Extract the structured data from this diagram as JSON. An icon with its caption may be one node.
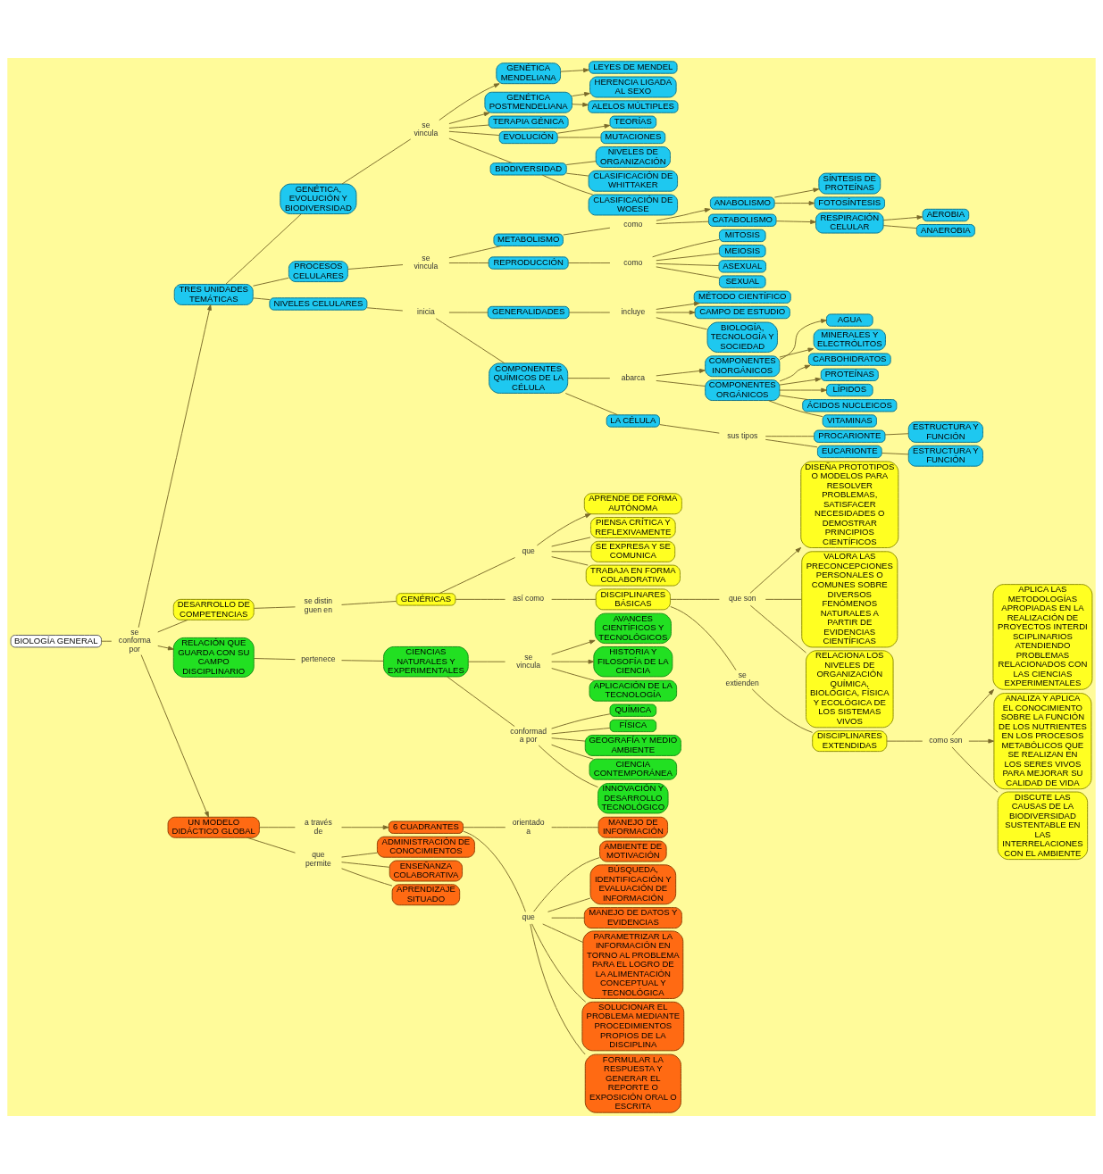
{
  "diagram": {
    "nodes": [
      {
        "text": [
          "BIOLOGÍA GENERAL"
        ]
      },
      {
        "text": [
          "se conforma por"
        ]
      },
      {
        "text": [
          "TRES UNIDADES TEMÁTICAS"
        ]
      },
      {
        "text": [
          "DESARROLLO DE COMPETENCIAS"
        ]
      },
      {
        "text": [
          "RELACIÓN QUE GUARDA CON SU CAMPO DISCIPLINARIO"
        ]
      },
      {
        "text": [
          "UN MODELO DIDÁCTICO GLOBAL"
        ]
      },
      {
        "text": [
          "a través de"
        ]
      },
      {
        "text": [
          "6 CUADRANTES"
        ]
      },
      {
        "text": [
          "que permite"
        ]
      },
      {
        "text": [
          "ADMINISTRACIÓN DE CONOCIMIENTOS"
        ]
      },
      {
        "text": [
          "ENSEÑANZA COLABORATIVA"
        ]
      },
      {
        "text": [
          "APRENDIZAJE SITUADO"
        ]
      },
      {
        "text": [
          "orientado a"
        ]
      },
      {
        "text": [
          "MANEJO DE INFORMACIÓN"
        ]
      },
      {
        "text": [
          "que"
        ]
      },
      {
        "text": [
          "AMBIENTE DE MOTIVACIÓN"
        ]
      },
      {
        "text": [
          "BÚSQUEDA, IDENTIFICACIÓN Y EVALUACIÓN DE INFORMACIÓN"
        ]
      },
      {
        "text": [
          "MANEJO DE DATOS Y EVIDENCIAS"
        ]
      },
      {
        "text": [
          "PARAMETRIZAR LA INFORMACIÓN EN TORNO AL PROBLEMA PARA EL LOGRO DE LA ALIMENTACIÓN CONCEPTUAL Y TECNOLÓGICA"
        ]
      },
      {
        "text": [
          "SOLUCIONAR EL PROBLEMA MEDIANTE PROCEDIMIENTOS PROPIOS DE LA DISCIPLINA"
        ]
      },
      {
        "text": [
          "FORMULAR LA RESPUESTA Y GENERAR EL REPORTE O EXPOSICIÓN ORAL O ESCRITA"
        ]
      },
      {
        "text": [
          "pertenece"
        ]
      },
      {
        "text": [
          "CIENCIAS NATURALES Y EXPERIMENTALES"
        ]
      },
      {
        "text": [
          "se vincula"
        ]
      },
      {
        "text": [
          "AVANCES CIENTÍFICOS Y TECNOLÓGICOS"
        ]
      },
      {
        "text": [
          "HISTORIA Y FILOSOFÍA DE LA CIENCIA"
        ]
      },
      {
        "text": [
          "APLICACIÓN DE LA TECNOLOGÍA"
        ]
      },
      {
        "text": [
          "conformada por"
        ]
      },
      {
        "text": [
          "QUÍMICA"
        ]
      },
      {
        "text": [
          "FÍSICA"
        ]
      },
      {
        "text": [
          "GEOGRAFÍA Y MEDIO AMBIENTE"
        ]
      },
      {
        "text": [
          "CIENCIA CONTEMPORÁNEA"
        ]
      },
      {
        "text": [
          "INNOVACIÓN Y DESARROLLO TECNOLÓGICO"
        ]
      },
      {
        "text": [
          "se distinguen en"
        ]
      },
      {
        "text": [
          "GENÉRICAS"
        ]
      },
      {
        "text": [
          "que"
        ]
      },
      {
        "text": [
          "APRENDE DE FORMA AUTÓNOMA"
        ]
      },
      {
        "text": [
          "PIENSA CRÍTICA Y REFLEXIVAMENTE"
        ]
      },
      {
        "text": [
          "SE EXPRESA Y SE COMUNICA"
        ]
      },
      {
        "text": [
          "TRABAJA EN FORMA COLABORATIVA"
        ]
      },
      {
        "text": [
          "así como"
        ]
      },
      {
        "text": [
          "DISCIPLINARES BÁSICAS"
        ]
      },
      {
        "text": [
          "que son"
        ]
      },
      {
        "text": [
          "DISEÑA PROTOTIPOS O MODELOS PARA RESOLVER PROBLEMAS, SATISFACER NECESIDADES O DEMOSTRAR PRINCIPIOS CIENTÍFICOS"
        ]
      },
      {
        "text": [
          "VALORA LAS PRECONCEPCIONES PERSONALES O COMUNES SOBRE DIVERSOS FENÓMENOS NATURALES A PARTIR DE EVIDENCIAS CIENTÍFICAS"
        ]
      },
      {
        "text": [
          "RELACIONA LOS NIVELES DE ORGANIZACIÓN QUÍMICA, BIOLÓGICA, FÍSICA Y ECOLÓGICA DE LOS SISTEMAS VIVOS"
        ]
      },
      {
        "text": [
          "se extienden"
        ]
      },
      {
        "text": [
          "DISCIPLINARES EXTENDIDAS"
        ]
      },
      {
        "text": [
          "como son"
        ]
      },
      {
        "text": [
          "APLICA LAS METODOLOGÍAS APROPIADAS EN LA REALIZACIÓN DE PROYECTOS INTERDISCIPLINARIOS ATENDIENDO PROBLEMAS RELACIONADOS CON LAS CIENCIAS EXPERIMENTALES"
        ]
      },
      {
        "text": [
          "ANALIZA Y APLICA EL CONOCIMIENTO SOBRE LA FUNCIÓN DE LOS NUTRIENTES EN LOS PROCESOS METABÓLICOS QUE SE REALIZAN EN LOS SERES VIVOS PARA MEJORAR SU CALIDAD DE VIDA"
        ]
      },
      {
        "text": [
          "DISCUTE LAS CAUSAS DE LA BIODIVERSIDAD SUSTENTABLE EN LAS INTERRELACIONES CON EL AMBIENTE"
        ]
      },
      {
        "text": [
          "GENÉTICA, EVOLUCIÓN Y BIODIVERSIDAD"
        ]
      },
      {
        "text": [
          "PROCESOS CELULARES"
        ]
      },
      {
        "text": [
          "NIVELES CELULARES"
        ]
      },
      {
        "text": [
          "se vincula"
        ]
      },
      {
        "text": [
          "GENÉTICA MENDELIANA"
        ]
      },
      {
        "text": [
          "GENÉTICA POSTMENDELIANA"
        ]
      },
      {
        "text": [
          "TERAPIA GÉNICA"
        ]
      },
      {
        "text": [
          "EVOLUCIÓN"
        ]
      },
      {
        "text": [
          "BIODIVERSIDAD"
        ]
      },
      {
        "text": [
          "LEYES DE MENDEL"
        ]
      },
      {
        "text": [
          "HERENCIA LIGADA AL SEXO"
        ]
      },
      {
        "text": [
          "ALELOS MÚLTIPLES"
        ]
      },
      {
        "text": [
          "TEORÍAS"
        ]
      },
      {
        "text": [
          "MUTACIONES"
        ]
      },
      {
        "text": [
          "NIVELES DE ORGANIZACIÓN"
        ]
      },
      {
        "text": [
          "CLASIFICACIÓN DE WHITTAKER"
        ]
      },
      {
        "text": [
          "CLASIFICACIÓN DE WOESE"
        ]
      },
      {
        "text": [
          "se vincula"
        ]
      },
      {
        "text": [
          "METABOLISMO"
        ]
      },
      {
        "text": [
          "REPRODUCCIÓN"
        ]
      },
      {
        "text": [
          "como"
        ]
      },
      {
        "text": [
          "ANABOLISMO"
        ]
      },
      {
        "text": [
          "CATABOLISMO"
        ]
      },
      {
        "text": [
          "SÍNTESIS DE PROTEÍNAS"
        ]
      },
      {
        "text": [
          "FOTOSÍNTESIS"
        ]
      },
      {
        "text": [
          "RESPIRACIÓN CELULAR"
        ]
      },
      {
        "text": [
          "AEROBIA"
        ]
      },
      {
        "text": [
          "ANAEROBIA"
        ]
      },
      {
        "text": [
          "como"
        ]
      },
      {
        "text": [
          "MITOSIS"
        ]
      },
      {
        "text": [
          "MEIOSIS"
        ]
      },
      {
        "text": [
          "ASEXUAL"
        ]
      },
      {
        "text": [
          "SEXUAL"
        ]
      },
      {
        "text": [
          "inicia"
        ]
      },
      {
        "text": [
          "GENERALIDADES"
        ]
      },
      {
        "text": [
          "COMPONENTES QUÍMICOS DE LA CÉLULA"
        ]
      },
      {
        "text": [
          "incluye"
        ]
      },
      {
        "text": [
          "MÉTODO CIENTÍFICO"
        ]
      },
      {
        "text": [
          "CAMPO DE ESTUDIO"
        ]
      },
      {
        "text": [
          "BIOLOGÍA, TECNOLOGÍA Y SOCIEDAD"
        ]
      },
      {
        "text": [
          "abarca"
        ]
      },
      {
        "text": [
          "COMPONENTES INORGÁNICOS"
        ]
      },
      {
        "text": [
          "COMPONENTES ORGÁNICOS"
        ]
      },
      {
        "text": [
          "AGUA"
        ]
      },
      {
        "text": [
          "MINERALES Y ELECTRÓLITOS"
        ]
      },
      {
        "text": [
          "CARBOHIDRATOS"
        ]
      },
      {
        "text": [
          "PROTEÍNAS"
        ]
      },
      {
        "text": [
          "LÍPIDOS"
        ]
      },
      {
        "text": [
          "ÁCIDOS NUCLEICOS"
        ]
      },
      {
        "text": [
          "VITAMINAS"
        ]
      },
      {
        "text": [
          "LA CÉLULA"
        ]
      },
      {
        "text": [
          "sus tipos"
        ]
      },
      {
        "text": [
          "PROCARIONTE"
        ]
      },
      {
        "text": [
          "EUCARIONTE"
        ]
      },
      {
        "text": [
          "ESTRUCTURA Y FUNCIÓN"
        ]
      },
      {
        "text": [
          "ESTRUCTURA Y FUNCIÓN"
        ]
      }
    ],
    "edges": [
      {
        "from": 0,
        "to": 1,
        "arrow": "none"
      },
      {
        "from": 1,
        "to": 2,
        "arrow": "to"
      },
      {
        "from": 1,
        "to": 3,
        "arrow": "none"
      },
      {
        "from": 1,
        "to": 4,
        "arrow": "to"
      },
      {
        "from": 1,
        "to": 5,
        "arrow": "to"
      },
      {
        "from": 5,
        "to": 6,
        "arrow": "none"
      },
      {
        "from": 6,
        "to": 7,
        "arrow": "to"
      },
      {
        "from": 5,
        "to": 8,
        "arrow": "none"
      },
      {
        "from": 8,
        "to": 9,
        "arrow": "none"
      },
      {
        "from": 8,
        "to": 10,
        "arrow": "none"
      },
      {
        "from": 8,
        "to": 11,
        "arrow": "none"
      },
      {
        "from": 7,
        "to": 12,
        "arrow": "none"
      },
      {
        "from": 12,
        "to": 13,
        "arrow": "none"
      },
      {
        "from": 7,
        "to": 14,
        "arrow": "none"
      },
      {
        "from": 14,
        "to": 15,
        "arrow": "none"
      },
      {
        "from": 14,
        "to": 16,
        "arrow": "none"
      },
      {
        "from": 14,
        "to": 17,
        "arrow": "none"
      },
      {
        "from": 14,
        "to": 18,
        "arrow": "none"
      },
      {
        "from": 14,
        "to": 19,
        "arrow": "none"
      },
      {
        "from": 14,
        "to": 20,
        "arrow": "none"
      },
      {
        "from": 4,
        "to": 21,
        "arrow": "none"
      },
      {
        "from": 21,
        "to": 22,
        "arrow": "none"
      },
      {
        "from": 22,
        "to": 23,
        "arrow": "none"
      },
      {
        "from": 23,
        "to": 24,
        "arrow": "to"
      },
      {
        "from": 23,
        "to": 25,
        "arrow": "to"
      },
      {
        "from": 23,
        "to": 26,
        "arrow": "none"
      },
      {
        "from": 22,
        "to": 27,
        "arrow": "none"
      },
      {
        "from": 27,
        "to": 28,
        "arrow": "none"
      },
      {
        "from": 27,
        "to": 29,
        "arrow": "none"
      },
      {
        "from": 27,
        "to": 30,
        "arrow": "none"
      },
      {
        "from": 27,
        "to": 31,
        "arrow": "none"
      },
      {
        "from": 27,
        "to": 32,
        "arrow": "none"
      },
      {
        "from": 3,
        "to": 33,
        "arrow": "none"
      },
      {
        "from": 33,
        "to": 34,
        "arrow": "none"
      },
      {
        "from": 34,
        "to": 35,
        "arrow": "none"
      },
      {
        "from": 35,
        "to": 36,
        "arrow": "to"
      },
      {
        "from": 35,
        "to": 37,
        "arrow": "none"
      },
      {
        "from": 35,
        "to": 38,
        "arrow": "none"
      },
      {
        "from": 35,
        "to": 39,
        "arrow": "none"
      },
      {
        "from": 34,
        "to": 40,
        "arrow": "none"
      },
      {
        "from": 40,
        "to": 41,
        "arrow": "none"
      },
      {
        "from": 41,
        "to": 42,
        "arrow": "none"
      },
      {
        "from": 42,
        "to": 43,
        "arrow": "to"
      },
      {
        "from": 42,
        "to": 44,
        "arrow": "none"
      },
      {
        "from": 42,
        "to": 45,
        "arrow": "none"
      },
      {
        "from": 41,
        "to": 46,
        "arrow": "none"
      },
      {
        "from": 46,
        "to": 47,
        "arrow": "none"
      },
      {
        "from": 47,
        "to": 48,
        "arrow": "none"
      },
      {
        "from": 48,
        "to": 49,
        "arrow": "to"
      },
      {
        "from": 48,
        "to": 50,
        "arrow": "to"
      },
      {
        "from": 48,
        "to": 51,
        "arrow": "none"
      },
      {
        "from": 2,
        "to": 52,
        "arrow": "none"
      },
      {
        "from": 2,
        "to": 53,
        "arrow": "none"
      },
      {
        "from": 2,
        "to": 54,
        "arrow": "none"
      },
      {
        "from": 52,
        "to": 55,
        "arrow": "none"
      },
      {
        "from": 55,
        "to": 56,
        "arrow": "to"
      },
      {
        "from": 55,
        "to": 57,
        "arrow": "to"
      },
      {
        "from": 55,
        "to": 58,
        "arrow": "none"
      },
      {
        "from": 55,
        "to": 59,
        "arrow": "none"
      },
      {
        "from": 55,
        "to": 60,
        "arrow": "none"
      },
      {
        "from": 56,
        "to": 61,
        "arrow": "to"
      },
      {
        "from": 57,
        "to": 62,
        "arrow": "to"
      },
      {
        "from": 57,
        "to": 63,
        "arrow": "to"
      },
      {
        "from": 59,
        "to": 64,
        "arrow": "to"
      },
      {
        "from": 59,
        "to": 65,
        "arrow": "none"
      },
      {
        "from": 60,
        "to": 66,
        "arrow": "none"
      },
      {
        "from": 60,
        "to": 67,
        "arrow": "none"
      },
      {
        "from": 60,
        "to": 68,
        "arrow": "none"
      },
      {
        "from": 53,
        "to": 69,
        "arrow": "none"
      },
      {
        "from": 69,
        "to": 70,
        "arrow": "none"
      },
      {
        "from": 69,
        "to": 71,
        "arrow": "none"
      },
      {
        "from": 70,
        "to": 72,
        "arrow": "none"
      },
      {
        "from": 72,
        "to": 73,
        "arrow": "to"
      },
      {
        "from": 72,
        "to": 74,
        "arrow": "none"
      },
      {
        "from": 73,
        "to": 75,
        "arrow": "to"
      },
      {
        "from": 73,
        "to": 76,
        "arrow": "to"
      },
      {
        "from": 74,
        "to": 77,
        "arrow": "to"
      },
      {
        "from": 77,
        "to": 78,
        "arrow": "to"
      },
      {
        "from": 77,
        "to": 79,
        "arrow": "none"
      },
      {
        "from": 71,
        "to": 80,
        "arrow": "none"
      },
      {
        "from": 80,
        "to": 81,
        "arrow": "none"
      },
      {
        "from": 80,
        "to": 82,
        "arrow": "none"
      },
      {
        "from": 80,
        "to": 83,
        "arrow": "none"
      },
      {
        "from": 80,
        "to": 84,
        "arrow": "none"
      },
      {
        "from": 54,
        "to": 85,
        "arrow": "none"
      },
      {
        "from": 85,
        "to": 86,
        "arrow": "none"
      },
      {
        "from": 85,
        "to": 87,
        "arrow": "none"
      },
      {
        "from": 86,
        "to": 88,
        "arrow": "none"
      },
      {
        "from": 88,
        "to": 89,
        "arrow": "to"
      },
      {
        "from": 88,
        "to": 90,
        "arrow": "to"
      },
      {
        "from": 88,
        "to": 91,
        "arrow": "none"
      },
      {
        "from": 87,
        "to": 92,
        "arrow": "none"
      },
      {
        "from": 92,
        "to": 93,
        "arrow": "to"
      },
      {
        "from": 92,
        "to": 94,
        "arrow": "none"
      },
      {
        "from": 87,
        "to": 102,
        "arrow": "none"
      },
      {
        "from": 93,
        "to": 95,
        "arrow": "to"
      },
      {
        "from": 93,
        "to": 96,
        "arrow": "to"
      },
      {
        "from": 94,
        "to": 97,
        "arrow": "to"
      },
      {
        "from": 94,
        "to": 98,
        "arrow": "to"
      },
      {
        "from": 94,
        "to": 99,
        "arrow": "to"
      },
      {
        "from": 94,
        "to": 100,
        "arrow": "none"
      },
      {
        "from": 94,
        "to": 101,
        "arrow": "none"
      },
      {
        "from": 102,
        "to": 103,
        "arrow": "none"
      },
      {
        "from": 103,
        "to": 104,
        "arrow": "none"
      },
      {
        "from": 103,
        "to": 105,
        "arrow": "none"
      },
      {
        "from": 104,
        "to": 106,
        "arrow": "none"
      },
      {
        "from": 105,
        "to": 107,
        "arrow": "none"
      }
    ]
  }
}
